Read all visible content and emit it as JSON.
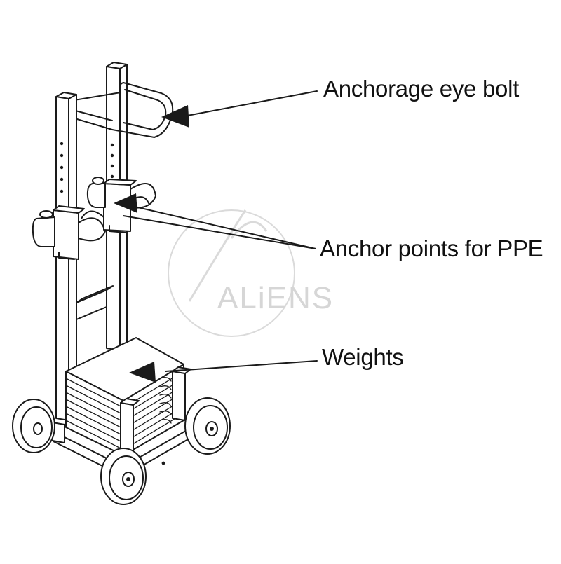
{
  "labels": {
    "eye_bolt": "Anchorage eye bolt",
    "ppe": "Anchor points for PPE",
    "weights": "Weights"
  },
  "watermark": {
    "text": "ALiENS"
  },
  "colors": {
    "line": "#1a1a1a",
    "fill": "#ffffff",
    "watermark": "#cfcfcf"
  }
}
